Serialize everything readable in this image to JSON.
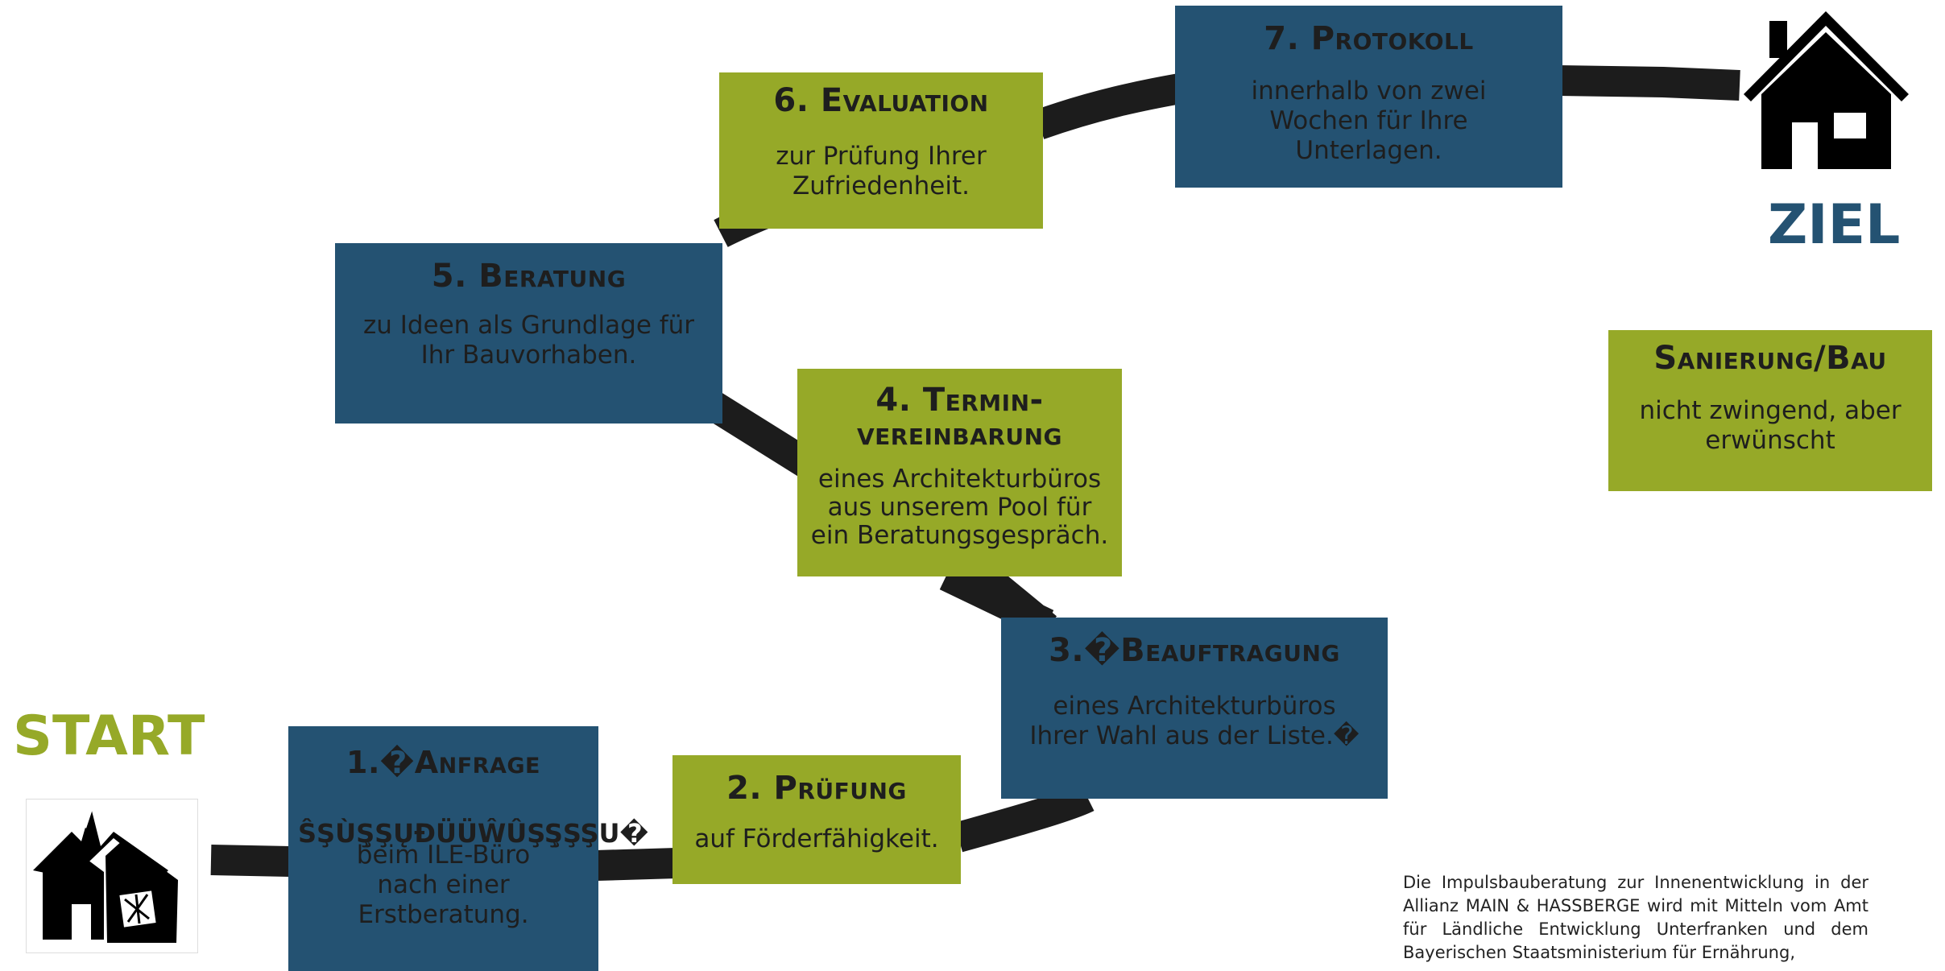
{
  "colors": {
    "blue": "#245272",
    "green": "#96a928",
    "road": "#1c1c1c"
  },
  "labels": {
    "start": "START",
    "ziel": "ZIEL"
  },
  "steps": [
    {
      "title": "1.�Anfrage",
      "garble": "ŜŞÙŞ̧ŞŲĐÜÜŴÛŞŞ̧ŞŞU�",
      "desc": "beim ILE-Büro nach einer Erstberatung."
    },
    {
      "title": "2. Prüfung",
      "desc": "auf Förderfähigkeit."
    },
    {
      "title": "3.�Beauftragung",
      "desc": "eines Architekturbüros Ihrer Wahl aus der Liste.�"
    },
    {
      "title": "4. Termin-\nvereinbarung",
      "desc": "eines Architekturbüros aus unserem Pool für ein Beratungsgespräch."
    },
    {
      "title": "5. Beratung",
      "desc": "zu Ideen als Grundlage für Ihr Bauvorhaben."
    },
    {
      "title": "6. Evaluation",
      "desc": "zur Prüfung Ihrer Zufriedenheit."
    },
    {
      "title": "7. Protokoll",
      "desc": "innerhalb von zwei Wochen für Ihre Unterlagen."
    }
  ],
  "extra_box": {
    "title": "Sanierung/Bau",
    "desc": "nicht zwingend, aber erwünscht"
  },
  "footnote": "Die Impulsbauberatung zur Innenentwicklung in der Allianz MAIN & HASSBERGE wird mit Mitteln vom Amt für Ländliche Entwicklung Unterfranken und dem Bayerischen Staatsministerium für Ernährung,",
  "icons": {
    "start": "broken-house-icon",
    "ziel": "house-icon"
  }
}
